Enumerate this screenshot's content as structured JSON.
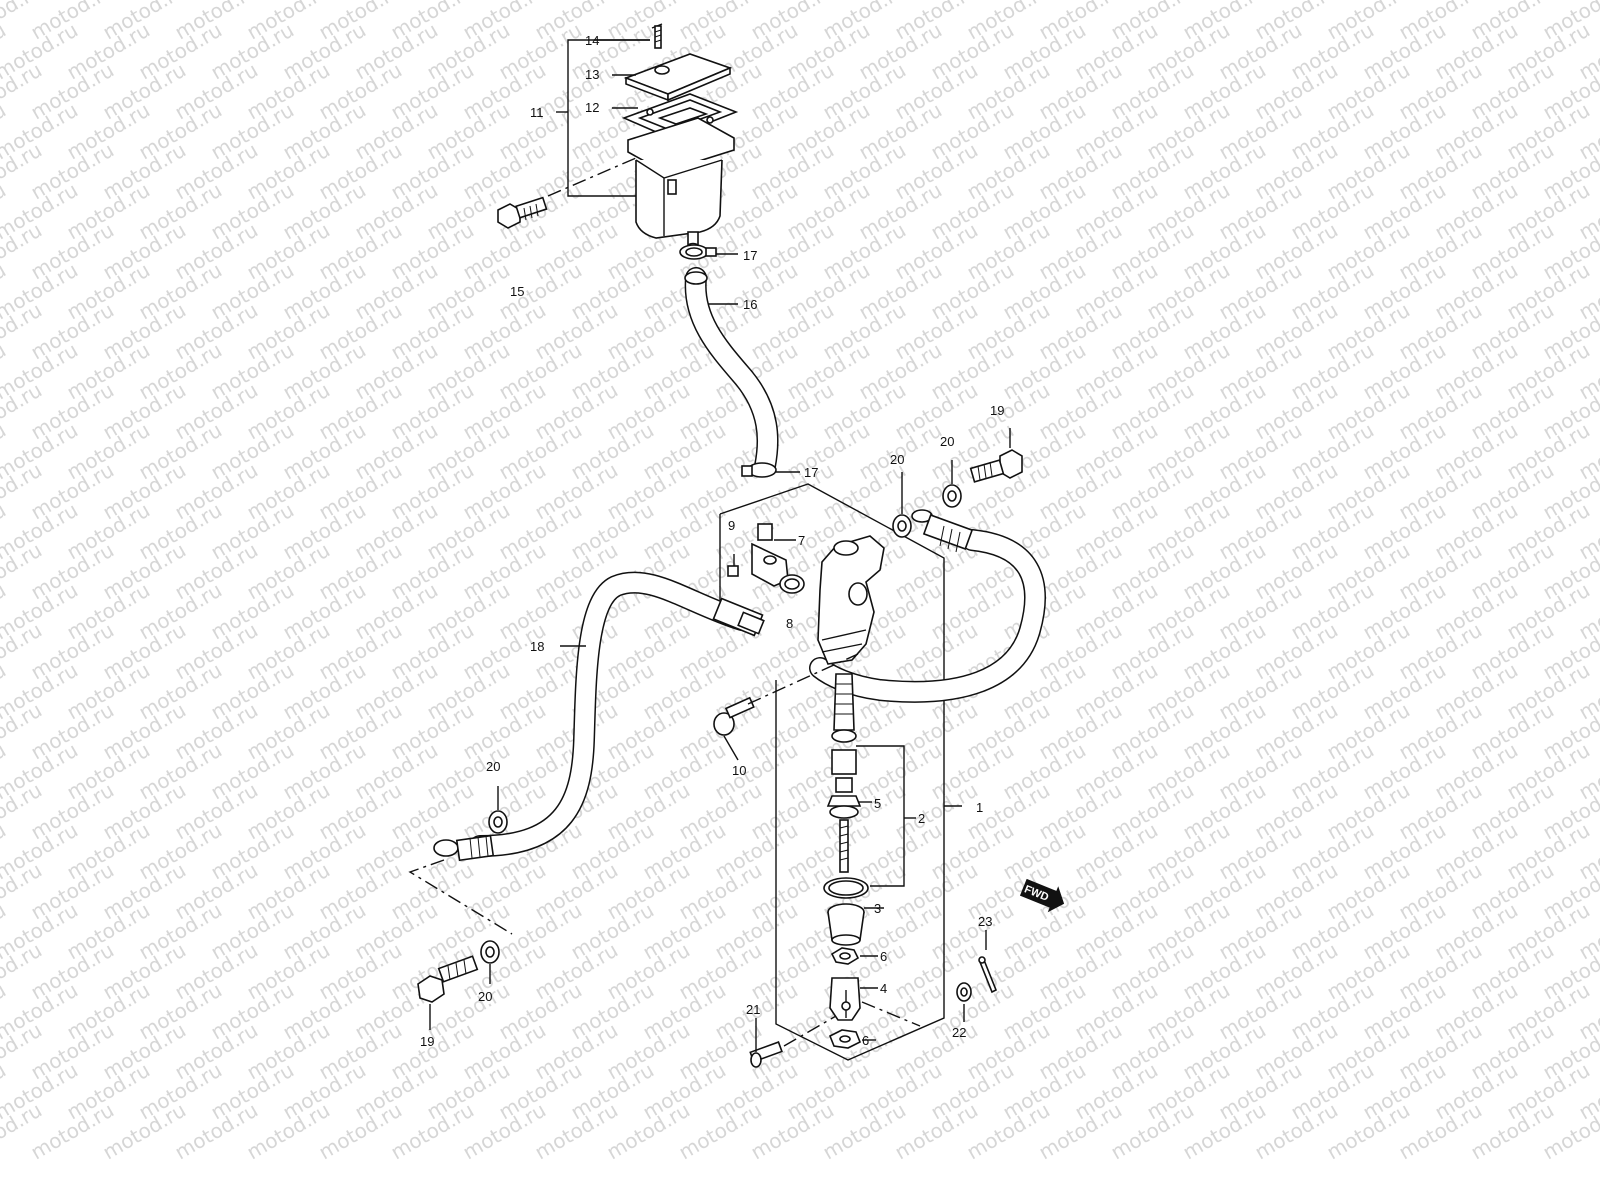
{
  "watermark": {
    "text": "motod.ru"
  },
  "badge": {
    "text": "FWD"
  },
  "labels": [
    {
      "id": "l14",
      "text": "14"
    },
    {
      "id": "l13",
      "text": "13"
    },
    {
      "id": "l12",
      "text": "12"
    },
    {
      "id": "l11",
      "text": "11"
    },
    {
      "id": "l15",
      "text": "15"
    },
    {
      "id": "l17a",
      "text": "17"
    },
    {
      "id": "l16",
      "text": "16"
    },
    {
      "id": "l17b",
      "text": "17"
    },
    {
      "id": "l19a",
      "text": "19"
    },
    {
      "id": "l20a",
      "text": "20"
    },
    {
      "id": "l20b",
      "text": "20"
    },
    {
      "id": "l9",
      "text": "9"
    },
    {
      "id": "l7",
      "text": "7"
    },
    {
      "id": "l8",
      "text": "8"
    },
    {
      "id": "l18",
      "text": "18"
    },
    {
      "id": "l10",
      "text": "10"
    },
    {
      "id": "l5",
      "text": "5"
    },
    {
      "id": "l2",
      "text": "2"
    },
    {
      "id": "l1",
      "text": "1"
    },
    {
      "id": "l20c",
      "text": "20"
    },
    {
      "id": "l3",
      "text": "3"
    },
    {
      "id": "l23",
      "text": "23"
    },
    {
      "id": "l6a",
      "text": "6"
    },
    {
      "id": "l4",
      "text": "4"
    },
    {
      "id": "l20d",
      "text": "20"
    },
    {
      "id": "l19b",
      "text": "19"
    },
    {
      "id": "l22",
      "text": "22"
    },
    {
      "id": "l21",
      "text": "21"
    },
    {
      "id": "l6b",
      "text": "6"
    }
  ]
}
